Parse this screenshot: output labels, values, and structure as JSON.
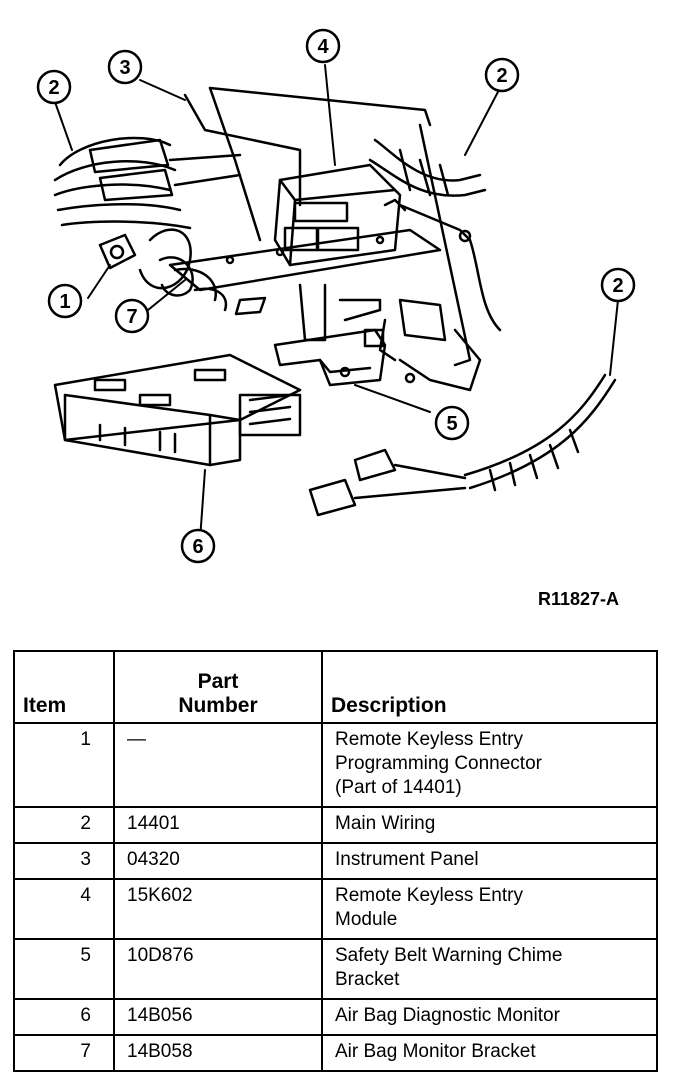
{
  "figure": {
    "code": "R11827-A",
    "callouts": [
      "1",
      "2",
      "3",
      "4",
      "5",
      "6",
      "7"
    ]
  },
  "table": {
    "headers": {
      "item": "Item",
      "part_number": "Part\nNumber",
      "description": "Description"
    },
    "rows": [
      {
        "item": "1",
        "part_number": "—",
        "description": "Remote Keyless Entry\nProgramming Connector\n(Part of 14401)"
      },
      {
        "item": "2",
        "part_number": "14401",
        "description": "Main Wiring"
      },
      {
        "item": "3",
        "part_number": "04320",
        "description": "Instrument Panel"
      },
      {
        "item": "4",
        "part_number": "15K602",
        "description": "Remote Keyless Entry\nModule"
      },
      {
        "item": "5",
        "part_number": "10D876",
        "description": "Safety Belt Warning Chime\nBracket"
      },
      {
        "item": "6",
        "part_number": "14B056",
        "description": "Air Bag Diagnostic Monitor"
      },
      {
        "item": "7",
        "part_number": "14B058",
        "description": "Air Bag Monitor Bracket"
      }
    ]
  }
}
